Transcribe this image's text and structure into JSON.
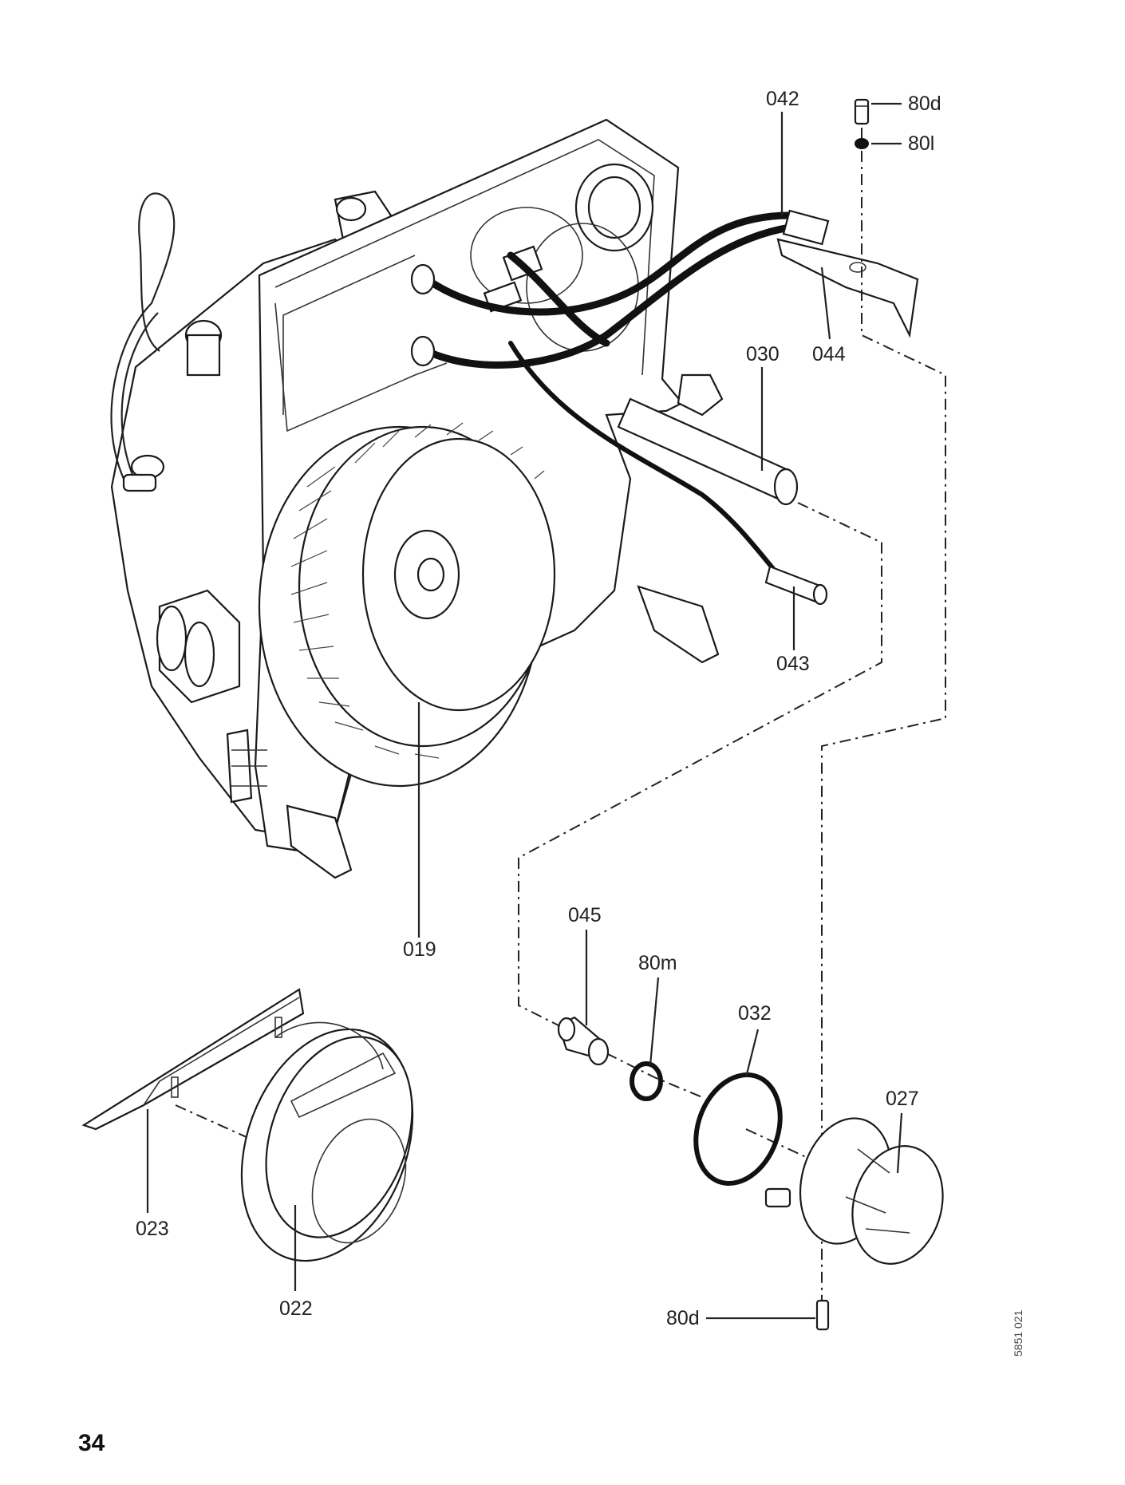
{
  "labels": {
    "p042": "042",
    "p80d_top": "80d",
    "p80l": "80l",
    "p030": "030",
    "p044": "044",
    "p043": "043",
    "p019": "019",
    "p045": "045",
    "p80m": "80m",
    "p032": "032",
    "p027": "027",
    "p80d_bottom": "80d",
    "p023": "023",
    "p022": "022"
  },
  "page_number": "34",
  "doc_ref": "5851 021"
}
